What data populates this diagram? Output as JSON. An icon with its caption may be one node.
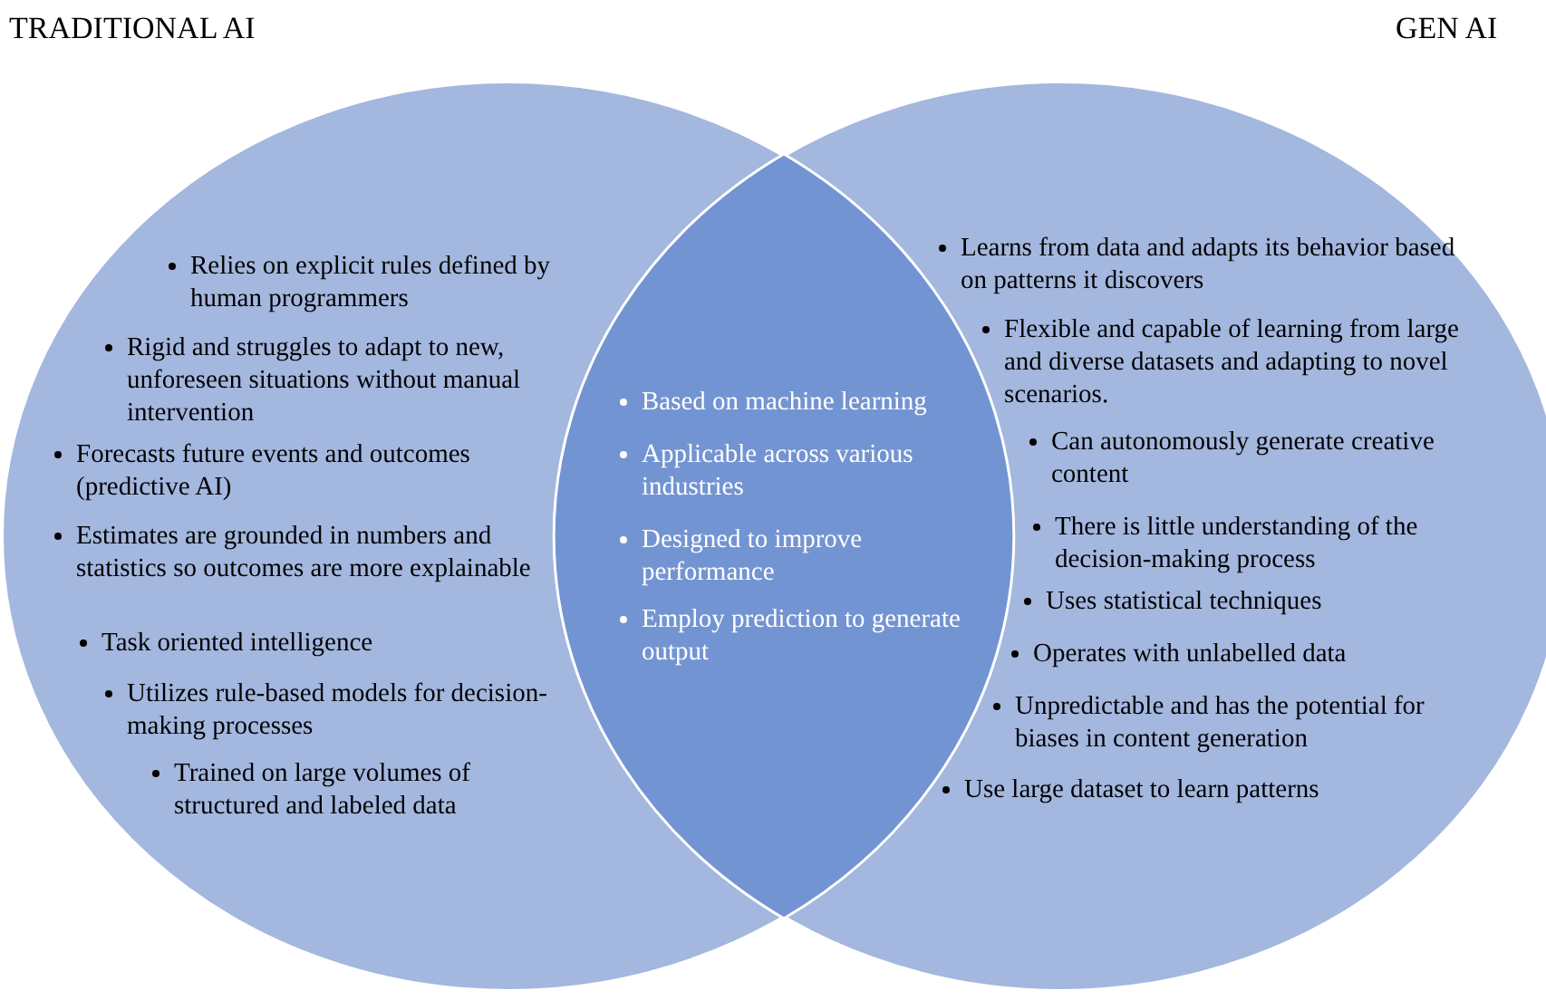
{
  "diagram": {
    "nodes": [
      {
        "text": [
          "TRADITIONAL AI",
          "Relies on explicit rules defined by human programmers",
          "Rigid and struggles to adapt to new, unforeseen situations without manual intervention",
          "Forecasts future events and outcomes (predictive AI)",
          "Estimates are grounded in numbers and statistics so outcomes are more explainable",
          "Task oriented intelligence",
          "Utilizes rule-based models for decision-making processes",
          "Trained on large volumes of structured and labeled data"
        ]
      },
      {
        "text": [
          "GEN AI",
          "Learns from data and adapts its behavior based on patterns it discovers",
          "Flexible and capable of learning from large and diverse datasets and adapting to novel scenarios.",
          "Can autonomously generate creative content",
          "There is little understanding of the decision-making process",
          "Uses statistical techniques",
          "Operates with unlabelled data",
          "Unpredictable and has the potential for biases in content generation",
          "Use large dataset to learn patterns"
        ]
      },
      {
        "text": [
          "Based on machine learning",
          "Applicable across various industries",
          "Designed to improve performance",
          "Employ prediction to generate output"
        ]
      }
    ]
  }
}
